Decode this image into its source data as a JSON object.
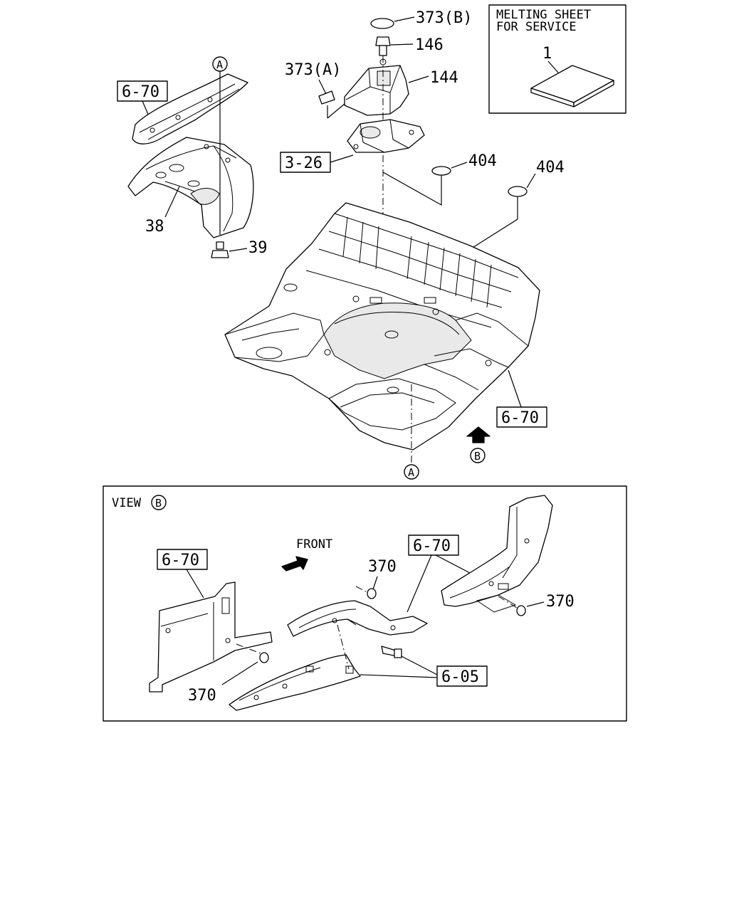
{
  "labels": {
    "p373b": "373(B)",
    "p146": "146",
    "p373a": "373(A)",
    "p144": "144",
    "p404a": "404",
    "p404b": "404",
    "p38": "38",
    "p39": "39",
    "p1": "1",
    "p370a": "370",
    "p370b": "370",
    "p370c": "370"
  },
  "refs": {
    "r670_tl": "6-70",
    "r326": "3-26",
    "r670_br": "6-70",
    "r670_vl": "6-70",
    "r670_vm": "6-70",
    "r605": "6-05"
  },
  "markers": {
    "a_top": "A",
    "a_bottom": "A",
    "b_arrow": "B",
    "b_view": "B"
  },
  "inset": {
    "line1": "MELTING SHEET",
    "line2": "FOR SERVICE"
  },
  "view": {
    "title": "VIEW",
    "front": "FRONT"
  }
}
